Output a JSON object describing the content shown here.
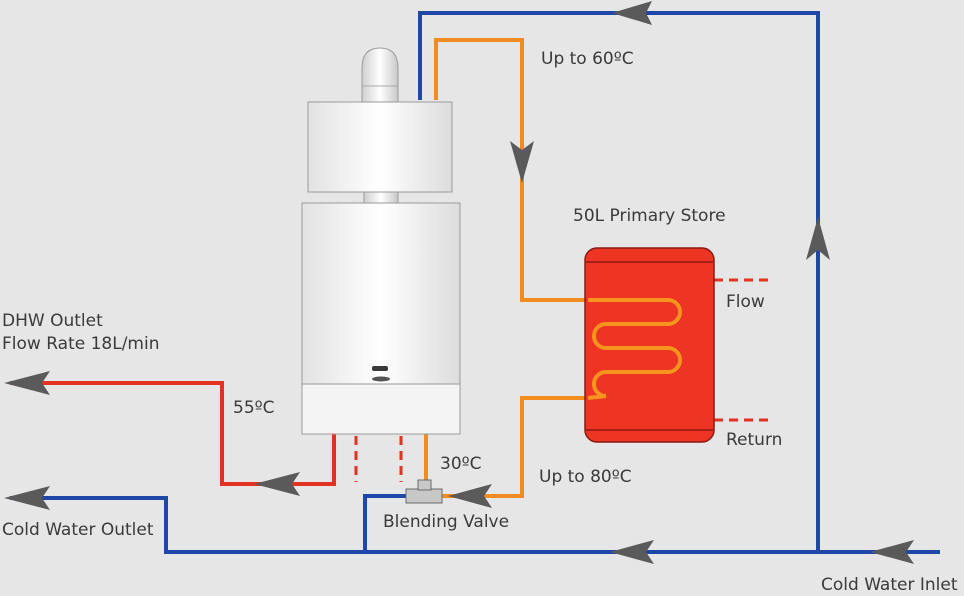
{
  "labels": {
    "top_temp": "Up to 60ºC",
    "store": "50L Primary Store",
    "flow": "Flow",
    "return": "Return",
    "bottom_temp": "Up to 80ºC",
    "dhw_title": "DHW Outlet",
    "dhw_flow_rate": "Flow Rate 18L/min",
    "hot_temp": "55ºC",
    "mix_temp": "30ºC",
    "blending_valve": "Blending Valve",
    "cold_outlet": "Cold Water Outlet",
    "cold_inlet": "Cold Water Inlet"
  },
  "colors": {
    "background": "#e6e6e6",
    "cold_pipe": "#1f47a8",
    "warm_pipe": "#f28c1e",
    "hot_pipe": "#e23222",
    "store_fill": "#ee3423",
    "coil": "#f7941d",
    "arrow": "#5a5a5a",
    "text": "#3a3a3a"
  },
  "icons": {
    "boiler": "combi-boiler-icon",
    "store": "storage-cylinder-icon",
    "valve": "blending-valve-icon"
  }
}
